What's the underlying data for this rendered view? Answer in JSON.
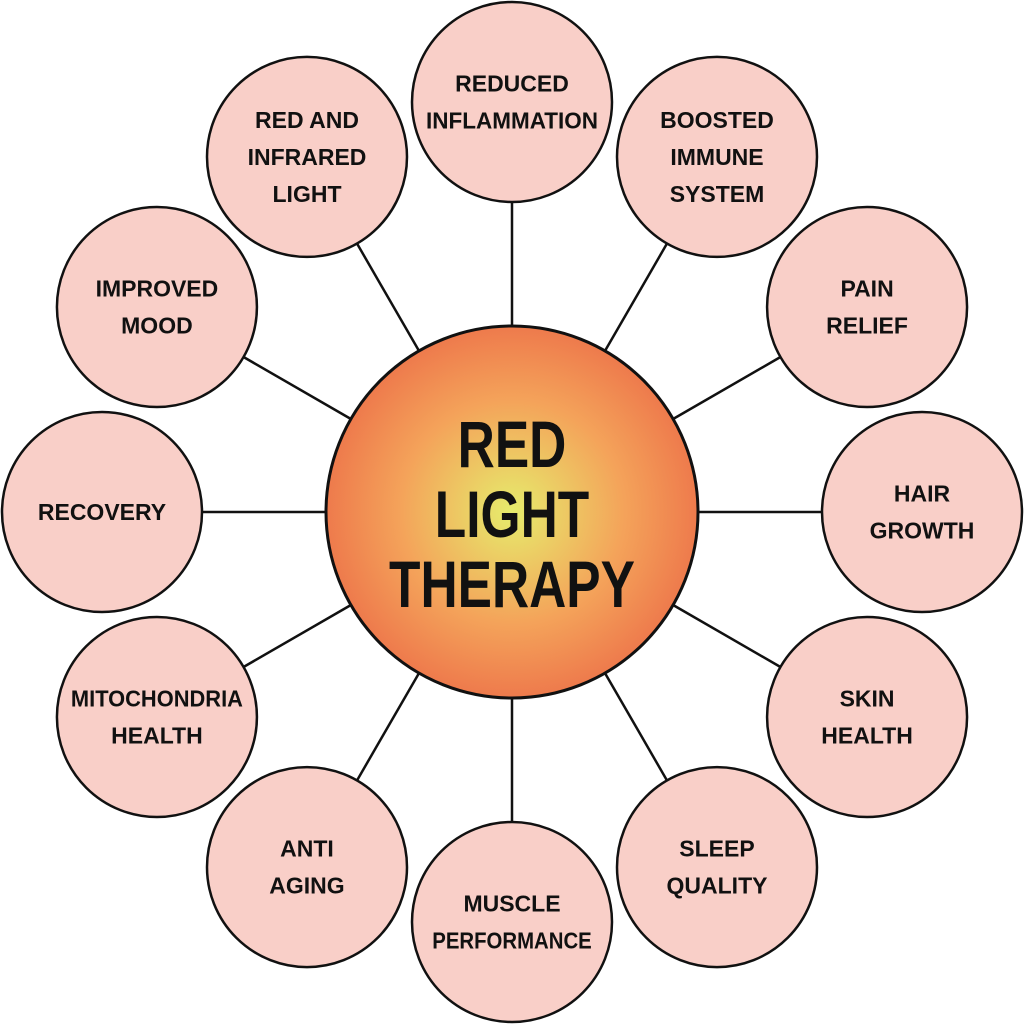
{
  "title": "RED LIGHT THERAPY",
  "center_lines": [
    "RED",
    "LIGHT",
    "THERAPY"
  ],
  "colors": {
    "node_fill": "#f9cfc8",
    "stroke": "#111111",
    "center_inner": "#e6ec6c",
    "center_mid": "#f4a35a",
    "center_outer": "#ee7a4c"
  },
  "benefits": [
    {
      "lines": [
        "REDUCED",
        "INFLAMMATION"
      ]
    },
    {
      "lines": [
        "BOOSTED",
        "IMMUNE",
        "SYSTEM"
      ]
    },
    {
      "lines": [
        "PAIN",
        "RELIEF"
      ]
    },
    {
      "lines": [
        "HAIR",
        "GROWTH"
      ]
    },
    {
      "lines": [
        "SKIN",
        "HEALTH"
      ]
    },
    {
      "lines": [
        "SLEEP",
        "QUALITY"
      ]
    },
    {
      "lines": [
        "MUSCLE",
        "PERFORMANCE"
      ]
    },
    {
      "lines": [
        "ANTI",
        "AGING"
      ]
    },
    {
      "lines": [
        "MITOCHONDRIA",
        "HEALTH"
      ]
    },
    {
      "lines": [
        "RECOVERY"
      ]
    },
    {
      "lines": [
        "IMPROVED",
        "MOOD"
      ]
    },
    {
      "lines": [
        "RED AND",
        "INFRARED",
        "LIGHT"
      ]
    }
  ]
}
